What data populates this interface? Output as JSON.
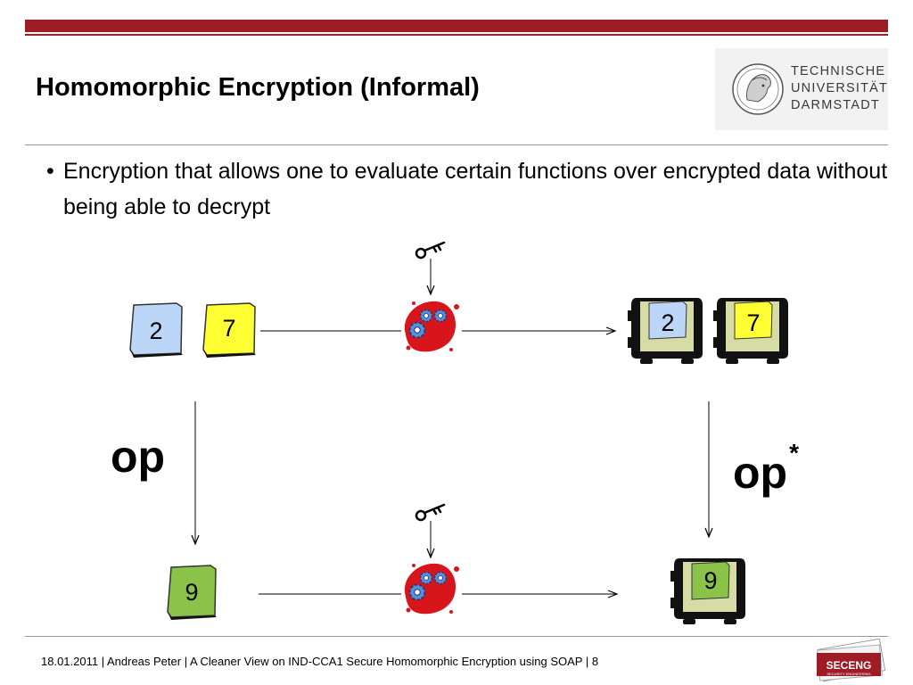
{
  "slide": {
    "title": "Homomorphic Encryption (Informal)",
    "bullet": "Encryption that allows one to evaluate certain functions over encrypted data without being able to decrypt",
    "bullet_marker": "•"
  },
  "logo": {
    "line1": "TECHNISCHE",
    "line2": "UNIVERSITÄT",
    "line3": "DARMSTADT"
  },
  "diagram": {
    "plain_inputs": [
      "2",
      "7"
    ],
    "encrypted_inputs": [
      "2",
      "7"
    ],
    "plain_result": "9",
    "encrypted_result": "9",
    "op_left": "op",
    "op_right": "op",
    "op_right_sup": "*"
  },
  "footer": {
    "text": "18.01.2011  |  Andreas Peter  |  A Cleaner View on IND-CCA1 Secure Homomorphic Encryption using SOAP  |  8"
  },
  "secend_logo": {
    "text": "SECENG",
    "sub": "SECURITY ENGINEERING"
  },
  "colors": {
    "brand_red": "#9e1c26",
    "note_blue": "#bcd6f7",
    "note_yellow": "#ffff33",
    "note_green": "#8bc34a",
    "gear_red": "#d8151b",
    "gear_blue": "#5b8ed6"
  }
}
